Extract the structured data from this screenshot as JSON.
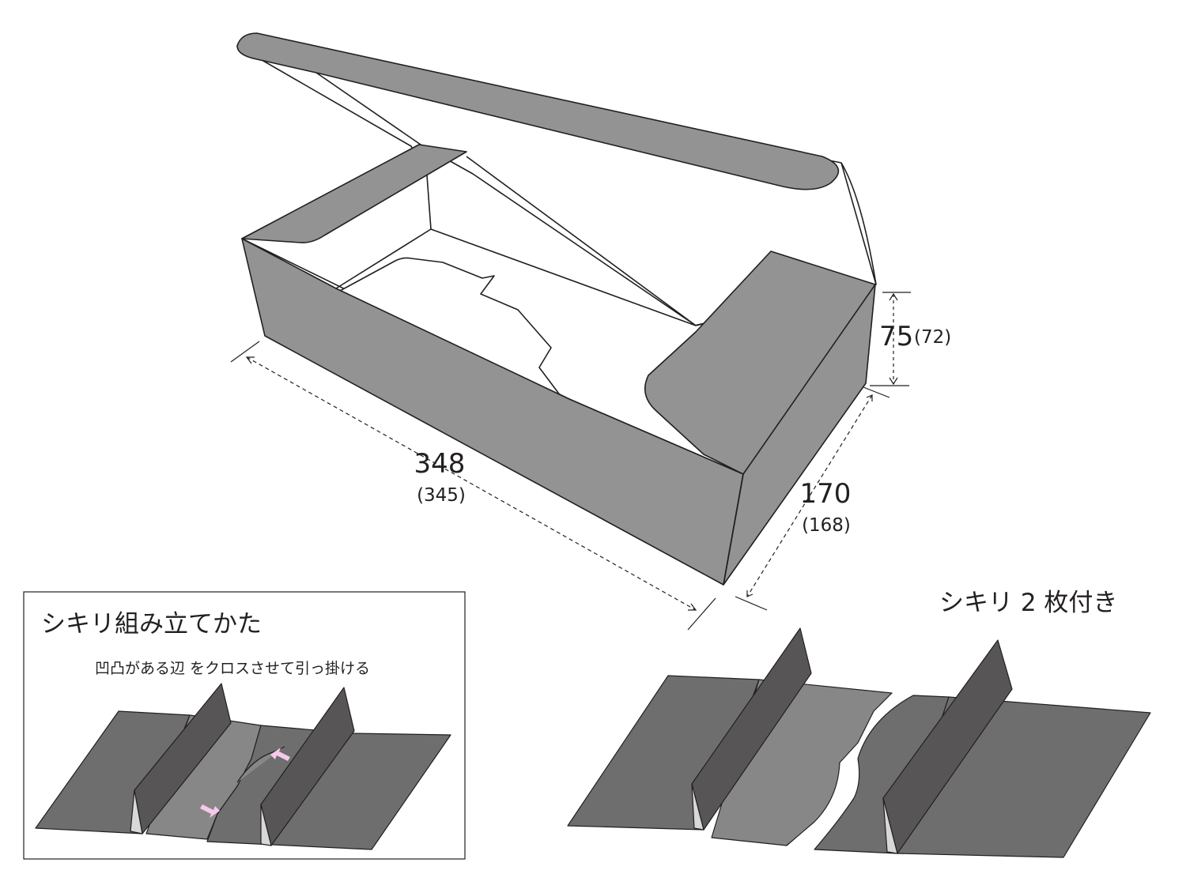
{
  "box_dimensions": {
    "length": {
      "value": "348",
      "note": "(345)"
    },
    "width": {
      "value": "170",
      "note": "(168)"
    },
    "height": {
      "value": "75",
      "note": "(72)"
    }
  },
  "assembly_guide": {
    "title": "シキリ組み立てかた",
    "instruction": "凹凸がある辺 をクロスさせて引っ掛ける"
  },
  "dividers": {
    "label": "シキリ 2 枚付き"
  },
  "colors": {
    "box_fill": "#939393",
    "divider_dark": "#575556",
    "divider_mid": "#6e6e6e",
    "divider_light": "#878787",
    "arrow": "#f5c9ec",
    "line": "#231f20"
  }
}
